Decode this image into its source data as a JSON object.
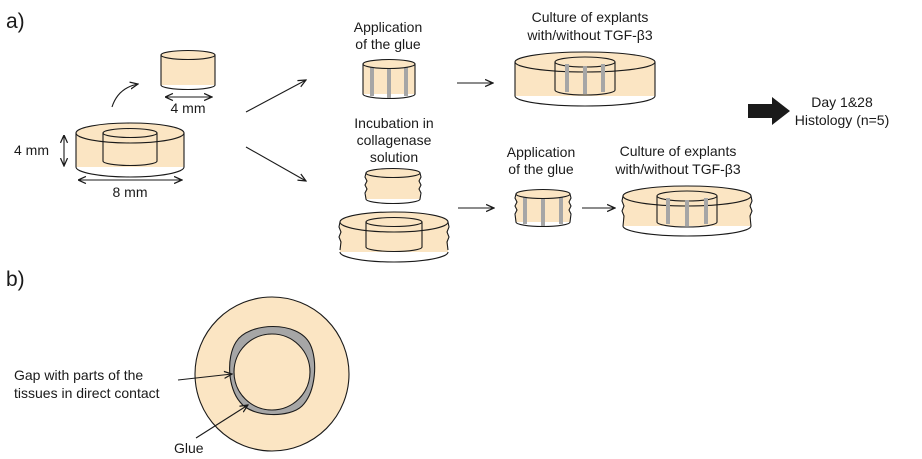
{
  "panel_a": {
    "label": "a)",
    "dim_4mm_top": "4 mm",
    "dim_4mm_side": "4 mm",
    "dim_8mm": "8 mm",
    "top_step1": [
      "Application",
      "of the glue"
    ],
    "top_step2": [
      "Culture of explants",
      "with/without TGF-β3"
    ],
    "bottom_step1": [
      "Incubation in",
      "collagenase",
      "solution"
    ],
    "bottom_step2": [
      "Application",
      "of the glue"
    ],
    "bottom_step3": [
      "Culture of explants",
      "with/without TGF-β3"
    ],
    "outcome": [
      "Day 1&28",
      "Histology (n=5)"
    ]
  },
  "panel_b": {
    "label": "b)",
    "gap_label": [
      "Gap with parts of the",
      "tissues in direct contact"
    ],
    "glue_label": "Glue"
  },
  "colors": {
    "tissue_fill": "#fbe5c3",
    "glue": "#a6a6a6",
    "outline": "#1a1a1a"
  }
}
